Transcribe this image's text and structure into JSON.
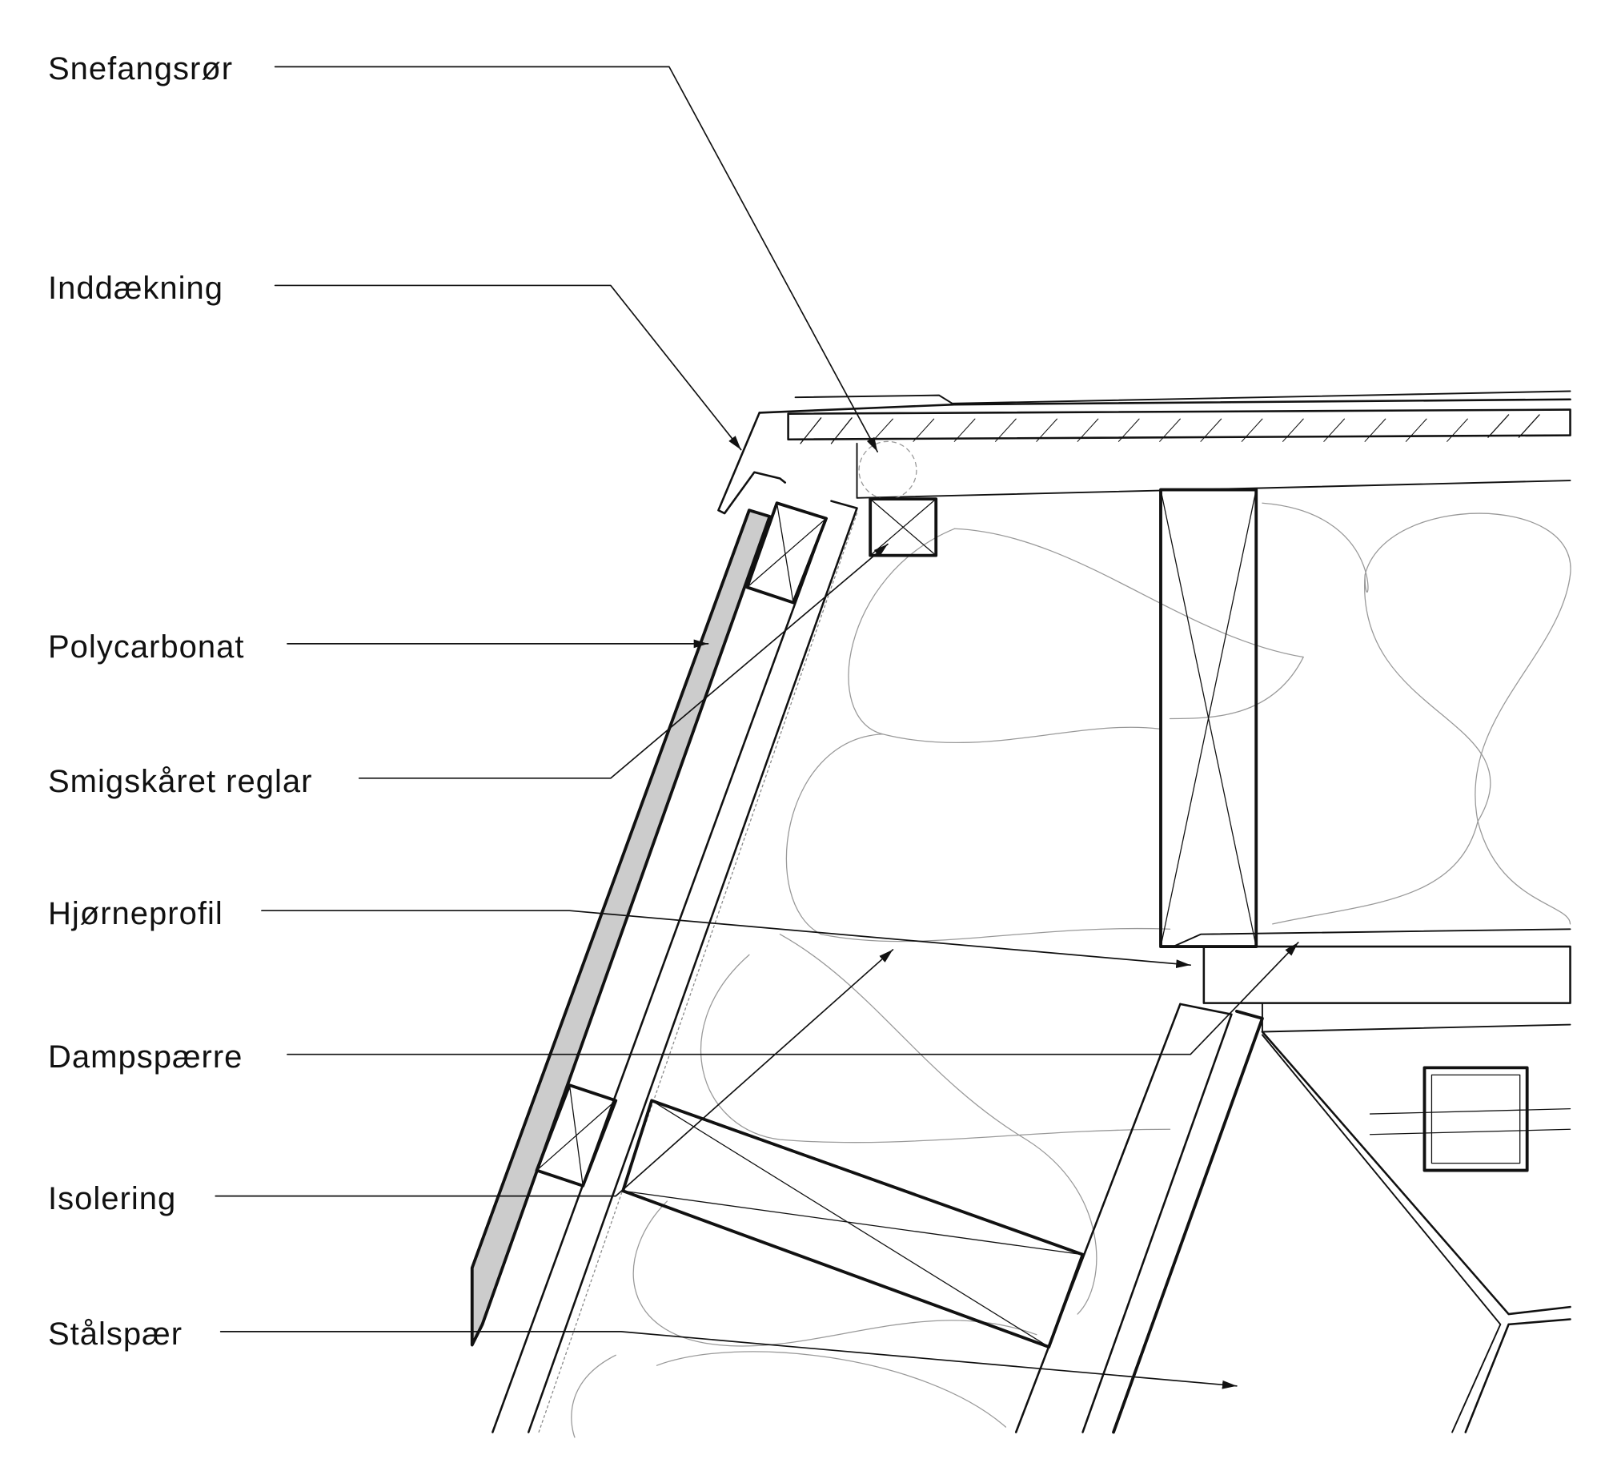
{
  "labels": [
    "Snefangsrør",
    "Inddækning",
    "Polycarbonat",
    "Smigskåret reglar",
    "Hjørneprofil",
    "Dampspærre",
    "Isolering",
    "Stålspær"
  ],
  "colors": {
    "line": "#111111",
    "polycarbonate_fill": "#cccccc",
    "insulation": "#999999"
  }
}
